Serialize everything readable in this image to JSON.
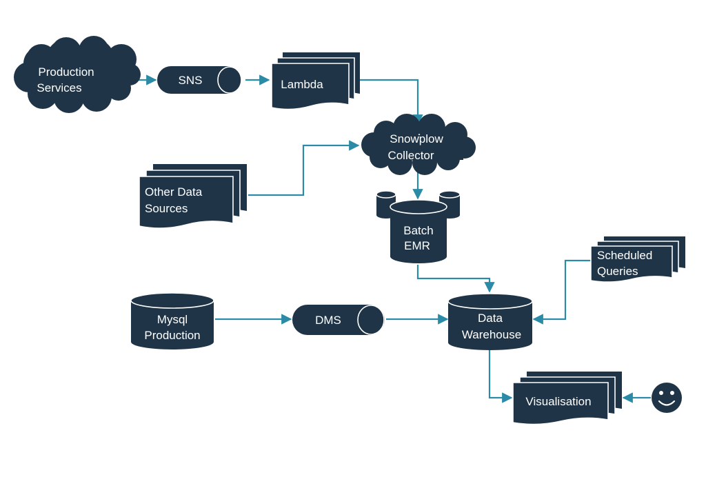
{
  "diagram": {
    "colors": {
      "node": "#1f3447",
      "connector": "#2b8aa6",
      "background": "#ffffff"
    },
    "nodes": {
      "production_services": {
        "line1": "Production",
        "line2": "Services",
        "shape": "cloud"
      },
      "sns": {
        "label": "SNS",
        "shape": "pipe"
      },
      "lambda": {
        "label": "Lambda",
        "shape": "multi-document"
      },
      "snowplow_collector": {
        "line1": "Snowplow",
        "line2": "Collector",
        "shape": "cloud"
      },
      "other_data_sources": {
        "line1": "Other Data",
        "line2": "Sources",
        "shape": "multi-document"
      },
      "batch_emr": {
        "line1": "Batch",
        "line2": "EMR",
        "shape": "database-cluster"
      },
      "scheduled_queries": {
        "line1": "Scheduled",
        "line2": "Queries",
        "shape": "multi-document"
      },
      "mysql_production": {
        "line1": "Mysql",
        "line2": "Production",
        "shape": "database"
      },
      "dms": {
        "label": "DMS",
        "shape": "pipe"
      },
      "data_warehouse": {
        "line1": "Data",
        "line2": "Warehouse",
        "shape": "database"
      },
      "visualisation": {
        "label": "Visualisation",
        "shape": "multi-document"
      },
      "user": {
        "icon": "smiley-face-icon"
      }
    },
    "edges": [
      {
        "from": "Production Services",
        "to": "SNS"
      },
      {
        "from": "SNS",
        "to": "Lambda"
      },
      {
        "from": "Lambda",
        "to": "Snowplow Collector"
      },
      {
        "from": "Other Data Sources",
        "to": "Snowplow Collector"
      },
      {
        "from": "Snowplow Collector",
        "to": "Batch EMR"
      },
      {
        "from": "Batch EMR",
        "to": "Data Warehouse"
      },
      {
        "from": "Mysql Production",
        "to": "DMS"
      },
      {
        "from": "DMS",
        "to": "Data Warehouse"
      },
      {
        "from": "Scheduled Queries",
        "to": "Data Warehouse"
      },
      {
        "from": "Data Warehouse",
        "to": "Visualisation"
      },
      {
        "from": "User",
        "to": "Visualisation"
      }
    ]
  }
}
